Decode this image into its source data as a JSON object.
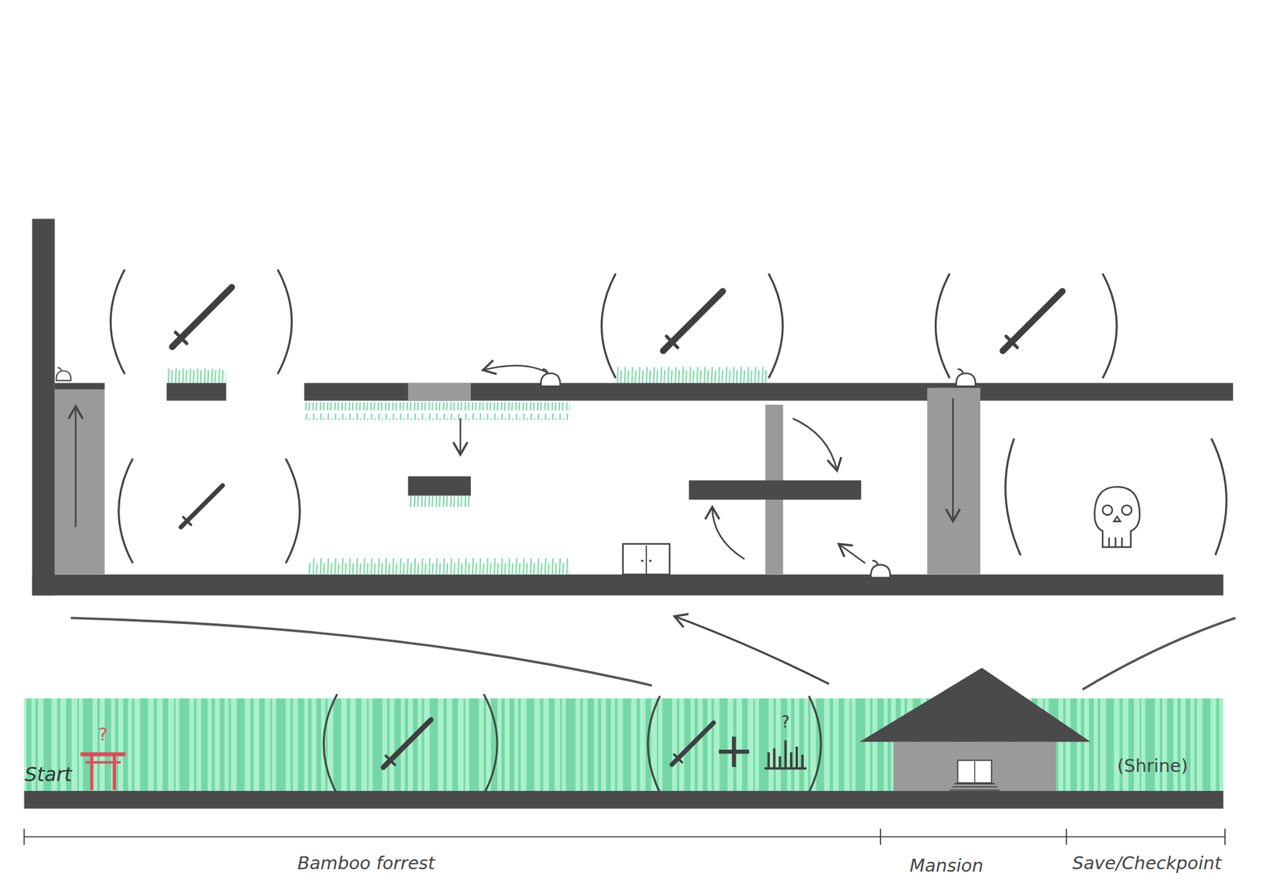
{
  "diagram": {
    "labels": [
      "?",
      "Start",
      "+",
      "?",
      "(Shrine)",
      "Bamboo forrest",
      "Mansion",
      "Save/Checkpoint"
    ]
  }
}
